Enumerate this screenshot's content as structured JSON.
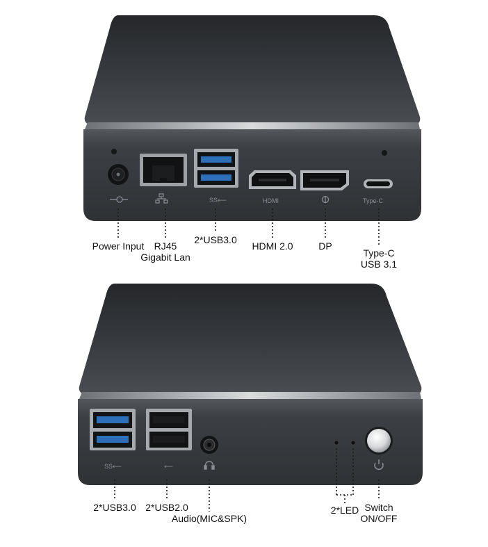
{
  "top_unit": {
    "port_markings": {
      "usb": "SS⟵",
      "hdmi": "HDMI",
      "typec": "Type-C"
    },
    "labels": {
      "power": "Power Input",
      "rj45_line1": "RJ45",
      "rj45_line2": "Gigabit Lan",
      "usb30": "2*USB3.0",
      "hdmi": "HDMI 2.0",
      "dp": "DP",
      "typec_line1": "Type-C",
      "typec_line2": "USB 3.1"
    }
  },
  "bottom_unit": {
    "port_markings": {
      "usb3": "SS⟵",
      "usb2": "⟵"
    },
    "labels": {
      "usb30": "2*USB3.0",
      "usb20": "2*USB2.0",
      "audio": "Audio(MIC&SPK)",
      "led": "2*LED",
      "switch_line1": "Switch",
      "switch_line2": "ON/OFF"
    }
  },
  "colors": {
    "chassis_top": "#2e3034",
    "chassis_front": "#3a3d41",
    "usb3_blue": "#2d6fb8",
    "port_black": "#0c0c0d"
  }
}
